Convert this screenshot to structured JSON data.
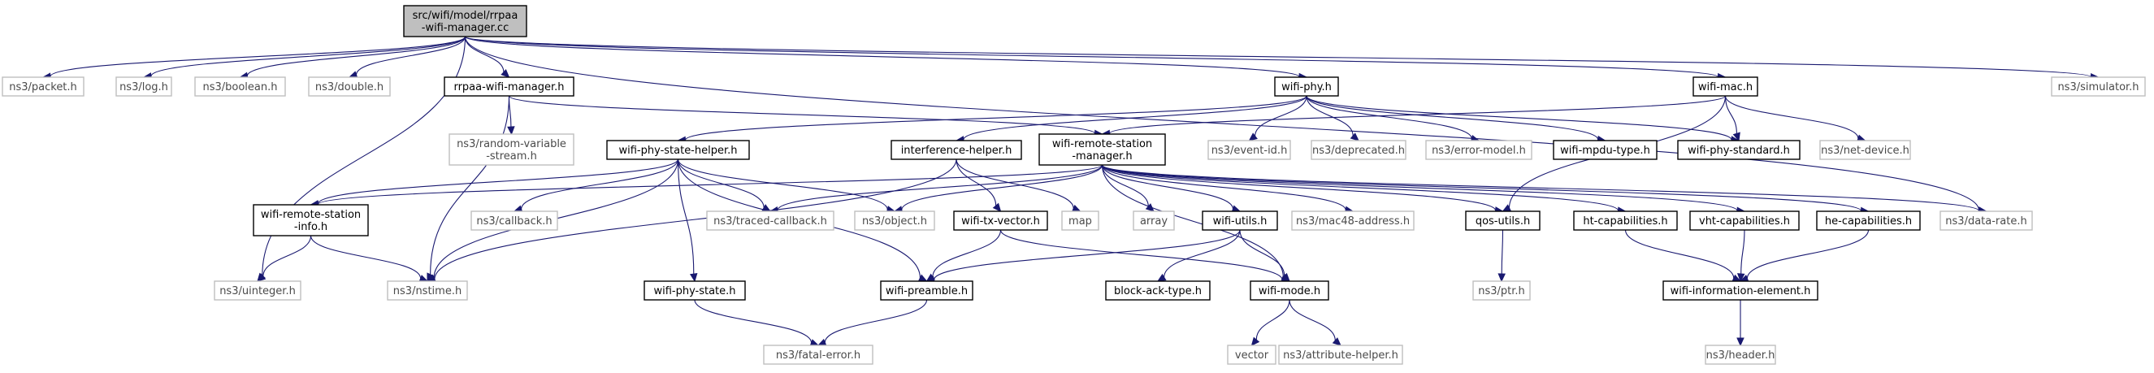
{
  "graph": {
    "nodes": [
      {
        "id": "root",
        "lines": [
          "src/wifi/model/rrpaa",
          "-wifi-manager.cc"
        ],
        "kind": "root"
      },
      {
        "id": "packet",
        "lines": [
          "ns3/packet.h"
        ],
        "kind": "external"
      },
      {
        "id": "log",
        "lines": [
          "ns3/log.h"
        ],
        "kind": "external"
      },
      {
        "id": "boolean",
        "lines": [
          "ns3/boolean.h"
        ],
        "kind": "external"
      },
      {
        "id": "double",
        "lines": [
          "ns3/double.h"
        ],
        "kind": "external"
      },
      {
        "id": "rrpaa",
        "lines": [
          "rrpaa-wifi-manager.h"
        ],
        "kind": "local"
      },
      {
        "id": "wifiphy",
        "lines": [
          "wifi-phy.h"
        ],
        "kind": "local"
      },
      {
        "id": "wifimac",
        "lines": [
          "wifi-mac.h"
        ],
        "kind": "local"
      },
      {
        "id": "simulator",
        "lines": [
          "ns3/simulator.h"
        ],
        "kind": "external"
      },
      {
        "id": "randvar",
        "lines": [
          "ns3/random-variable",
          "-stream.h"
        ],
        "kind": "external"
      },
      {
        "id": "phystatehelper",
        "lines": [
          "wifi-phy-state-helper.h"
        ],
        "kind": "local"
      },
      {
        "id": "interference",
        "lines": [
          "interference-helper.h"
        ],
        "kind": "local"
      },
      {
        "id": "remotemgr",
        "lines": [
          "wifi-remote-station",
          "-manager.h"
        ],
        "kind": "local"
      },
      {
        "id": "eventid",
        "lines": [
          "ns3/event-id.h"
        ],
        "kind": "external"
      },
      {
        "id": "deprecated",
        "lines": [
          "ns3/deprecated.h"
        ],
        "kind": "external"
      },
      {
        "id": "errormodel",
        "lines": [
          "ns3/error-model.h"
        ],
        "kind": "external"
      },
      {
        "id": "mpdutype",
        "lines": [
          "wifi-mpdu-type.h"
        ],
        "kind": "local"
      },
      {
        "id": "phystandard",
        "lines": [
          "wifi-phy-standard.h"
        ],
        "kind": "local"
      },
      {
        "id": "netdevice",
        "lines": [
          "ns3/net-device.h"
        ],
        "kind": "external"
      },
      {
        "id": "remoteinfo",
        "lines": [
          "wifi-remote-station",
          "-info.h"
        ],
        "kind": "local"
      },
      {
        "id": "callback",
        "lines": [
          "ns3/callback.h"
        ],
        "kind": "external"
      },
      {
        "id": "tracedcb",
        "lines": [
          "ns3/traced-callback.h"
        ],
        "kind": "external"
      },
      {
        "id": "object",
        "lines": [
          "ns3/object.h"
        ],
        "kind": "external"
      },
      {
        "id": "txvector",
        "lines": [
          "wifi-tx-vector.h"
        ],
        "kind": "local"
      },
      {
        "id": "map",
        "lines": [
          "map"
        ],
        "kind": "external"
      },
      {
        "id": "array",
        "lines": [
          "array"
        ],
        "kind": "external"
      },
      {
        "id": "wifiutils",
        "lines": [
          "wifi-utils.h"
        ],
        "kind": "local"
      },
      {
        "id": "mac48",
        "lines": [
          "ns3/mac48-address.h"
        ],
        "kind": "external"
      },
      {
        "id": "qosutils",
        "lines": [
          "qos-utils.h"
        ],
        "kind": "local"
      },
      {
        "id": "htcap",
        "lines": [
          "ht-capabilities.h"
        ],
        "kind": "local"
      },
      {
        "id": "vhtcap",
        "lines": [
          "vht-capabilities.h"
        ],
        "kind": "local"
      },
      {
        "id": "hecap",
        "lines": [
          "he-capabilities.h"
        ],
        "kind": "local"
      },
      {
        "id": "datarate",
        "lines": [
          "ns3/data-rate.h"
        ],
        "kind": "external"
      },
      {
        "id": "uinteger",
        "lines": [
          "ns3/uinteger.h"
        ],
        "kind": "external"
      },
      {
        "id": "nstime",
        "lines": [
          "ns3/nstime.h"
        ],
        "kind": "external"
      },
      {
        "id": "phystate",
        "lines": [
          "wifi-phy-state.h"
        ],
        "kind": "local"
      },
      {
        "id": "preamble",
        "lines": [
          "wifi-preamble.h"
        ],
        "kind": "local"
      },
      {
        "id": "blockack",
        "lines": [
          "block-ack-type.h"
        ],
        "kind": "local"
      },
      {
        "id": "wifimode",
        "lines": [
          "wifi-mode.h"
        ],
        "kind": "local"
      },
      {
        "id": "ptr",
        "lines": [
          "ns3/ptr.h"
        ],
        "kind": "external"
      },
      {
        "id": "infoelem",
        "lines": [
          "wifi-information-element.h"
        ],
        "kind": "local"
      },
      {
        "id": "fatalerror",
        "lines": [
          "ns3/fatal-error.h"
        ],
        "kind": "external"
      },
      {
        "id": "vector",
        "lines": [
          "vector"
        ],
        "kind": "external"
      },
      {
        "id": "attrhelper",
        "lines": [
          "ns3/attribute-helper.h"
        ],
        "kind": "external"
      },
      {
        "id": "header",
        "lines": [
          "ns3/header.h"
        ],
        "kind": "external"
      }
    ],
    "edges": [
      [
        "root",
        "packet"
      ],
      [
        "root",
        "log"
      ],
      [
        "root",
        "boolean"
      ],
      [
        "root",
        "double"
      ],
      [
        "root",
        "rrpaa"
      ],
      [
        "root",
        "wifiphy"
      ],
      [
        "root",
        "wifimac"
      ],
      [
        "root",
        "simulator"
      ],
      [
        "root",
        "uinteger"
      ],
      [
        "root",
        "datarate"
      ],
      [
        "rrpaa",
        "randvar"
      ],
      [
        "rrpaa",
        "remotemgr"
      ],
      [
        "rrpaa",
        "nstime"
      ],
      [
        "wifiphy",
        "phystatehelper"
      ],
      [
        "wifiphy",
        "interference"
      ],
      [
        "wifiphy",
        "eventid"
      ],
      [
        "wifiphy",
        "deprecated"
      ],
      [
        "wifiphy",
        "errormodel"
      ],
      [
        "wifiphy",
        "mpdutype"
      ],
      [
        "wifiphy",
        "phystandard"
      ],
      [
        "wifimac",
        "remotemgr"
      ],
      [
        "wifimac",
        "phystandard"
      ],
      [
        "wifimac",
        "netdevice"
      ],
      [
        "wifimac",
        "qosutils"
      ],
      [
        "phystatehelper",
        "remoteinfo"
      ],
      [
        "phystatehelper",
        "callback"
      ],
      [
        "phystatehelper",
        "tracedcb"
      ],
      [
        "phystatehelper",
        "object"
      ],
      [
        "phystatehelper",
        "nstime"
      ],
      [
        "phystatehelper",
        "phystate"
      ],
      [
        "phystatehelper",
        "preamble"
      ],
      [
        "interference",
        "nstime"
      ],
      [
        "interference",
        "txvector"
      ],
      [
        "interference",
        "map"
      ],
      [
        "remotemgr",
        "remoteinfo"
      ],
      [
        "remotemgr",
        "tracedcb"
      ],
      [
        "remotemgr",
        "object"
      ],
      [
        "remotemgr",
        "array"
      ],
      [
        "remotemgr",
        "wifiutils"
      ],
      [
        "remotemgr",
        "mac48"
      ],
      [
        "remotemgr",
        "qosutils"
      ],
      [
        "remotemgr",
        "htcap"
      ],
      [
        "remotemgr",
        "vhtcap"
      ],
      [
        "remotemgr",
        "hecap"
      ],
      [
        "remotemgr",
        "datarate"
      ],
      [
        "remotemgr",
        "wifimode"
      ],
      [
        "remoteinfo",
        "uinteger"
      ],
      [
        "remoteinfo",
        "nstime"
      ],
      [
        "txvector",
        "preamble"
      ],
      [
        "txvector",
        "wifimode"
      ],
      [
        "wifiutils",
        "preamble"
      ],
      [
        "wifiutils",
        "blockack"
      ],
      [
        "wifiutils",
        "wifimode"
      ],
      [
        "qosutils",
        "ptr"
      ],
      [
        "htcap",
        "infoelem"
      ],
      [
        "vhtcap",
        "infoelem"
      ],
      [
        "hecap",
        "infoelem"
      ],
      [
        "phystate",
        "fatalerror"
      ],
      [
        "preamble",
        "fatalerror"
      ],
      [
        "wifimode",
        "vector"
      ],
      [
        "wifimode",
        "attrhelper"
      ],
      [
        "infoelem",
        "header"
      ]
    ]
  }
}
